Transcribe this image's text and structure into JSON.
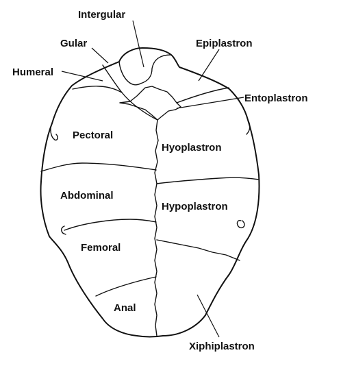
{
  "figure": {
    "labels": {
      "intergular": "Intergular",
      "gular": "Gular",
      "epiplastron": "Epiplastron",
      "humeral": "Humeral",
      "entoplastron": "Entoplastron",
      "pectoral": "Pectoral",
      "hyoplastron": "Hyoplastron",
      "abdominal": "Abdominal",
      "hypoplastron": "Hypoplastron",
      "femoral": "Femoral",
      "anal": "Anal",
      "xiphiplastron": "Xiphiplastron"
    },
    "line_color": "#111111",
    "background": "#ffffff"
  }
}
